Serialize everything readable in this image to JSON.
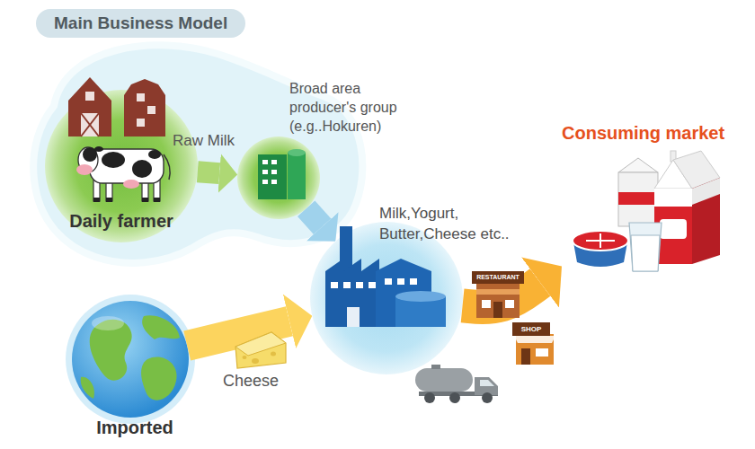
{
  "diagram": {
    "title": "Main Business Model",
    "nodes": [
      {
        "text": [
          "Daily farmer"
        ]
      },
      {
        "text": [
          "Broad area producer's group (e.g..Hokuren)"
        ]
      },
      {
        "text": [
          "Milk,Yogurt, Butter,Cheese etc.."
        ]
      },
      {
        "text": [
          "Imported"
        ]
      },
      {
        "text": [
          "Consuming market"
        ]
      }
    ],
    "edges": [
      {
        "from": 0,
        "to": 1,
        "arrow": "to",
        "label": "Raw Milk"
      },
      {
        "from": 1,
        "to": 2,
        "arrow": "to"
      },
      {
        "from": 3,
        "to": 2,
        "arrow": "to",
        "label": "Cheese"
      },
      {
        "from": 2,
        "to": 4,
        "arrow": "to"
      }
    ],
    "labels": [
      "RESTAURANT",
      "SHOP"
    ]
  }
}
